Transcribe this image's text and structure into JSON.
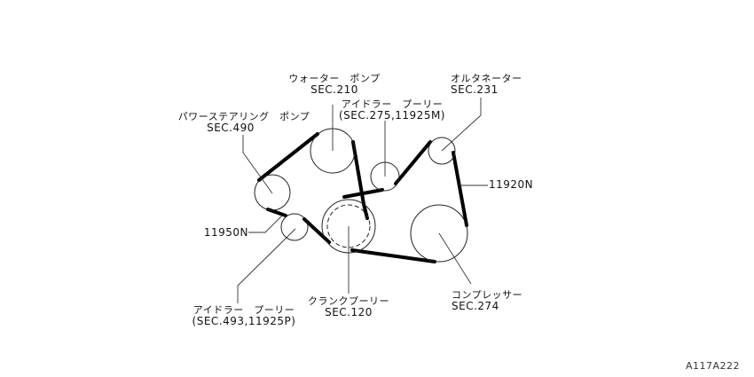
{
  "diagram": {
    "labels": {
      "water_pump": {
        "name": "ウォーター　ポンプ",
        "sec": "SEC.210"
      },
      "power_steering": {
        "name": "パワーステアリング　ポンプ",
        "sec": "SEC.490"
      },
      "idler_upper": {
        "name": "アイドラー　プーリー",
        "sec": "(SEC.275,11925M)"
      },
      "alternator": {
        "name": "オルタネーター",
        "sec": "SEC.231"
      },
      "belt_main": "11920N",
      "belt_ps": "11950N",
      "idler_lower": {
        "name": "アイドラー　プーリー",
        "sec": "(SEC.493,11925P)"
      },
      "crank": {
        "name": "クランクプーリー",
        "sec": "SEC.120"
      },
      "compressor": {
        "name": "コンプレッサー",
        "sec": "SEC.274"
      }
    },
    "figure_id": "A117A222"
  }
}
